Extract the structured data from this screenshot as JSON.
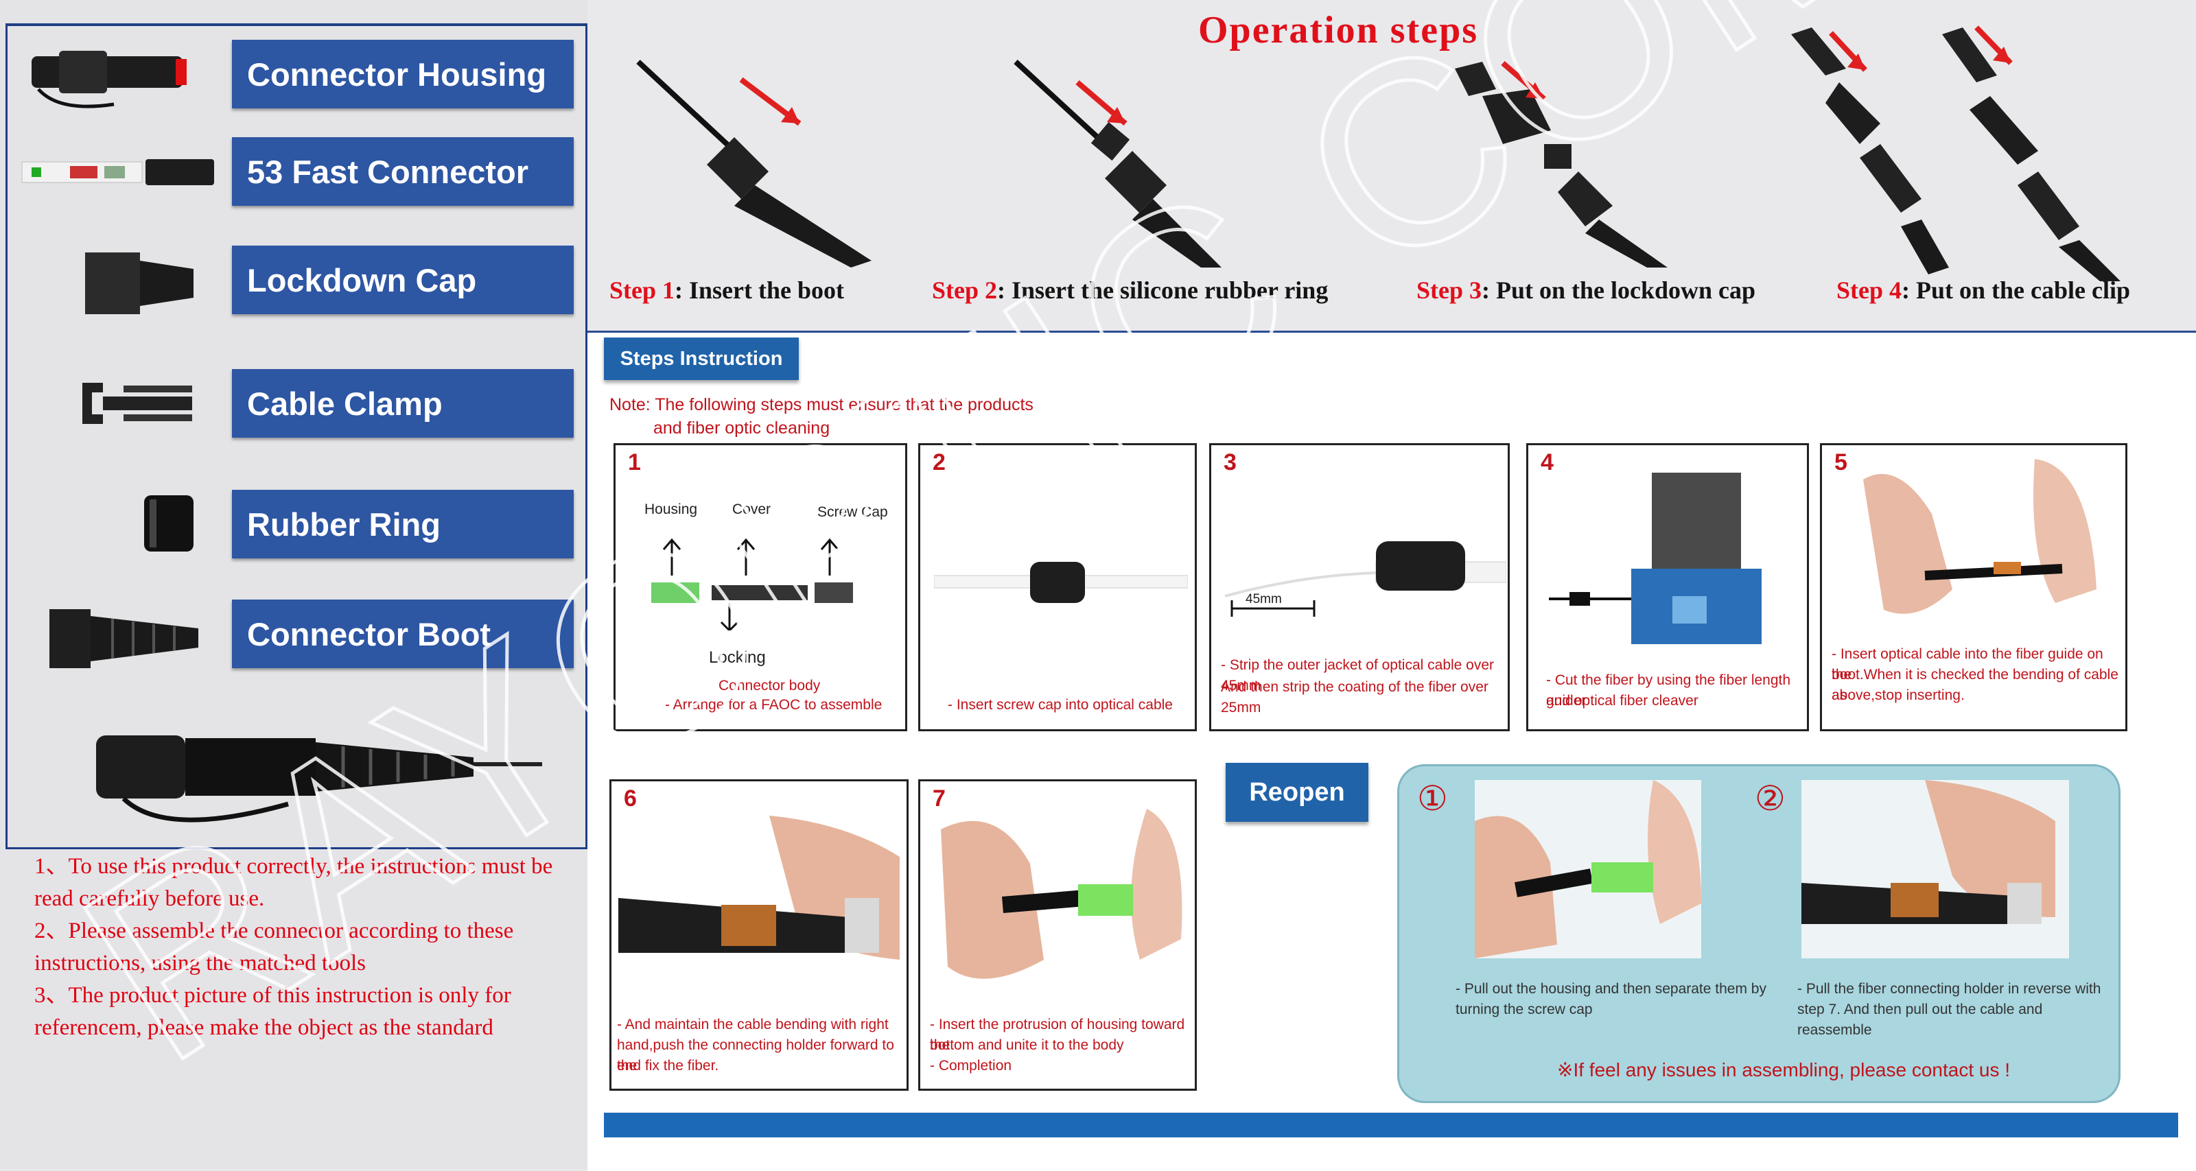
{
  "parts": [
    {
      "label": "Connector Housing",
      "icon": "connector-housing-icon"
    },
    {
      "label": "53 Fast Connector",
      "icon": "fast-connector-icon"
    },
    {
      "label": "Lockdown Cap",
      "icon": "lockdown-cap-icon"
    },
    {
      "label": "Cable Clamp",
      "icon": "cable-clamp-icon"
    },
    {
      "label": "Rubber Ring",
      "icon": "rubber-ring-icon"
    },
    {
      "label": "Connector Boot",
      "icon": "connector-boot-icon"
    }
  ],
  "notes": [
    "1、To use this product correctly, the instructions must be read carefully before use.",
    "2、Please assemble the connector according to these instructions, using the matched tools",
    "3、The product picture of this instruction is only for referencem, please make the object as the standard"
  ],
  "operation": {
    "title": "Operation steps",
    "steps": [
      {
        "num": "Step 1",
        "text": ": Insert the boot"
      },
      {
        "num": "Step 2",
        "text": ": Insert the silicone rubber ring"
      },
      {
        "num": "Step 3",
        "text": ": Put on the lockdown cap"
      },
      {
        "num": "Step 4",
        "text": ": Put on the cable clip"
      }
    ]
  },
  "instructions": {
    "header": "Steps Instruction",
    "note_line1": "Note: The following steps must ensure that the products",
    "note_line2": "and fiber optic cleaning",
    "boxes": [
      {
        "num": "1",
        "caption": "- Arrange for a FAOC to assemble",
        "labels": {
          "housing": "Housing",
          "cover": "Cover",
          "screw_cap": "Screw Cap",
          "locking": "Locking",
          "connector_body": "Connector body"
        }
      },
      {
        "num": "2",
        "caption": "- Insert screw cap into optical cable"
      },
      {
        "num": "3",
        "measure": "45mm",
        "caption_line1": "- Strip the outer jacket of optical cable over 45mm",
        "caption_line2": "And then strip the coating of the fiber over 25mm"
      },
      {
        "num": "4",
        "caption_line1": "- Cut the fiber by using the fiber length guider",
        "caption_line2": "and optical fiber cleaver"
      },
      {
        "num": "5",
        "caption_line1": "- Insert optical cable into the fiber guide on the",
        "caption_line2": "boot.When it is checked the bending of cable as",
        "caption_line3": "above,stop inserting."
      },
      {
        "num": "6",
        "caption_line1": "- And maintain the cable bending with right",
        "caption_line2": "hand,push the connecting holder forward to the",
        "caption_line3": "end fix the fiber."
      },
      {
        "num": "7",
        "caption_line1": "- Insert the protrusion of housing toward the",
        "caption_line2": "bottom and unite it to the body",
        "caption_line3": "- Completion"
      }
    ],
    "reopen": {
      "button": "Reopen",
      "step1_mark": "①",
      "step1_line1": "- Pull out the housing and then separate them by",
      "step1_line2": "turning the screw cap",
      "step2_mark": "②",
      "step2_line1": "- Pull the fiber connecting holder in reverse with",
      "step2_line2": "step 7. And then pull out the cable and reassemble",
      "contact": "※If feel any issues in assembling, please contact us !"
    }
  },
  "watermark": "RAYOPTIC COMM",
  "colors": {
    "brand_blue": "#2d56a3",
    "accent_red": "#e0101b",
    "reopen_bg": "#a9d6df"
  }
}
